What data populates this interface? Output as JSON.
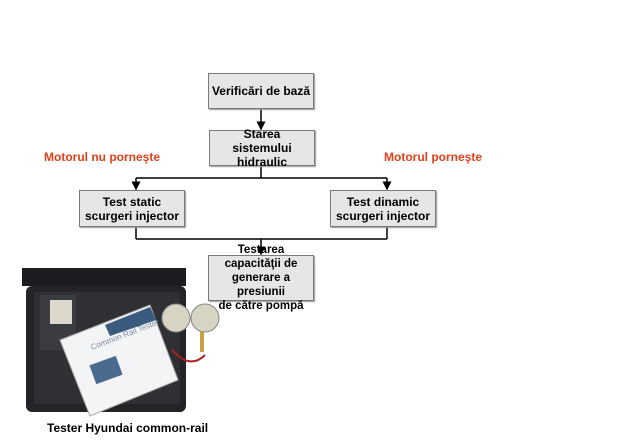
{
  "flowchart": {
    "nodes": [
      {
        "id": "basic",
        "label": "Verificări de bază"
      },
      {
        "id": "hydraulic",
        "label": "Starea\nsistemului hidraulic"
      },
      {
        "id": "static",
        "label": "Test static\nscurgeri injector"
      },
      {
        "id": "dynamic",
        "label": "Test dinamic\nscurgeri injector"
      },
      {
        "id": "pump",
        "label": "Testarea capacităţii de\ngenerare a presiunii\nde către pompă"
      }
    ],
    "edges": [
      {
        "from": "basic",
        "to": "hydraulic"
      },
      {
        "from": "hydraulic",
        "to": "static"
      },
      {
        "from": "hydraulic",
        "to": "dynamic"
      },
      {
        "from": "static",
        "to": "pump"
      },
      {
        "from": "dynamic",
        "to": "pump"
      }
    ],
    "branch_labels": {
      "left": "Motorul nu porneşte",
      "right": "Motorul porneşte"
    },
    "label_color": "#e0401a"
  },
  "photo": {
    "caption": "Tester Hyundai common-rail",
    "manual_title": "Common Rail Tester"
  }
}
